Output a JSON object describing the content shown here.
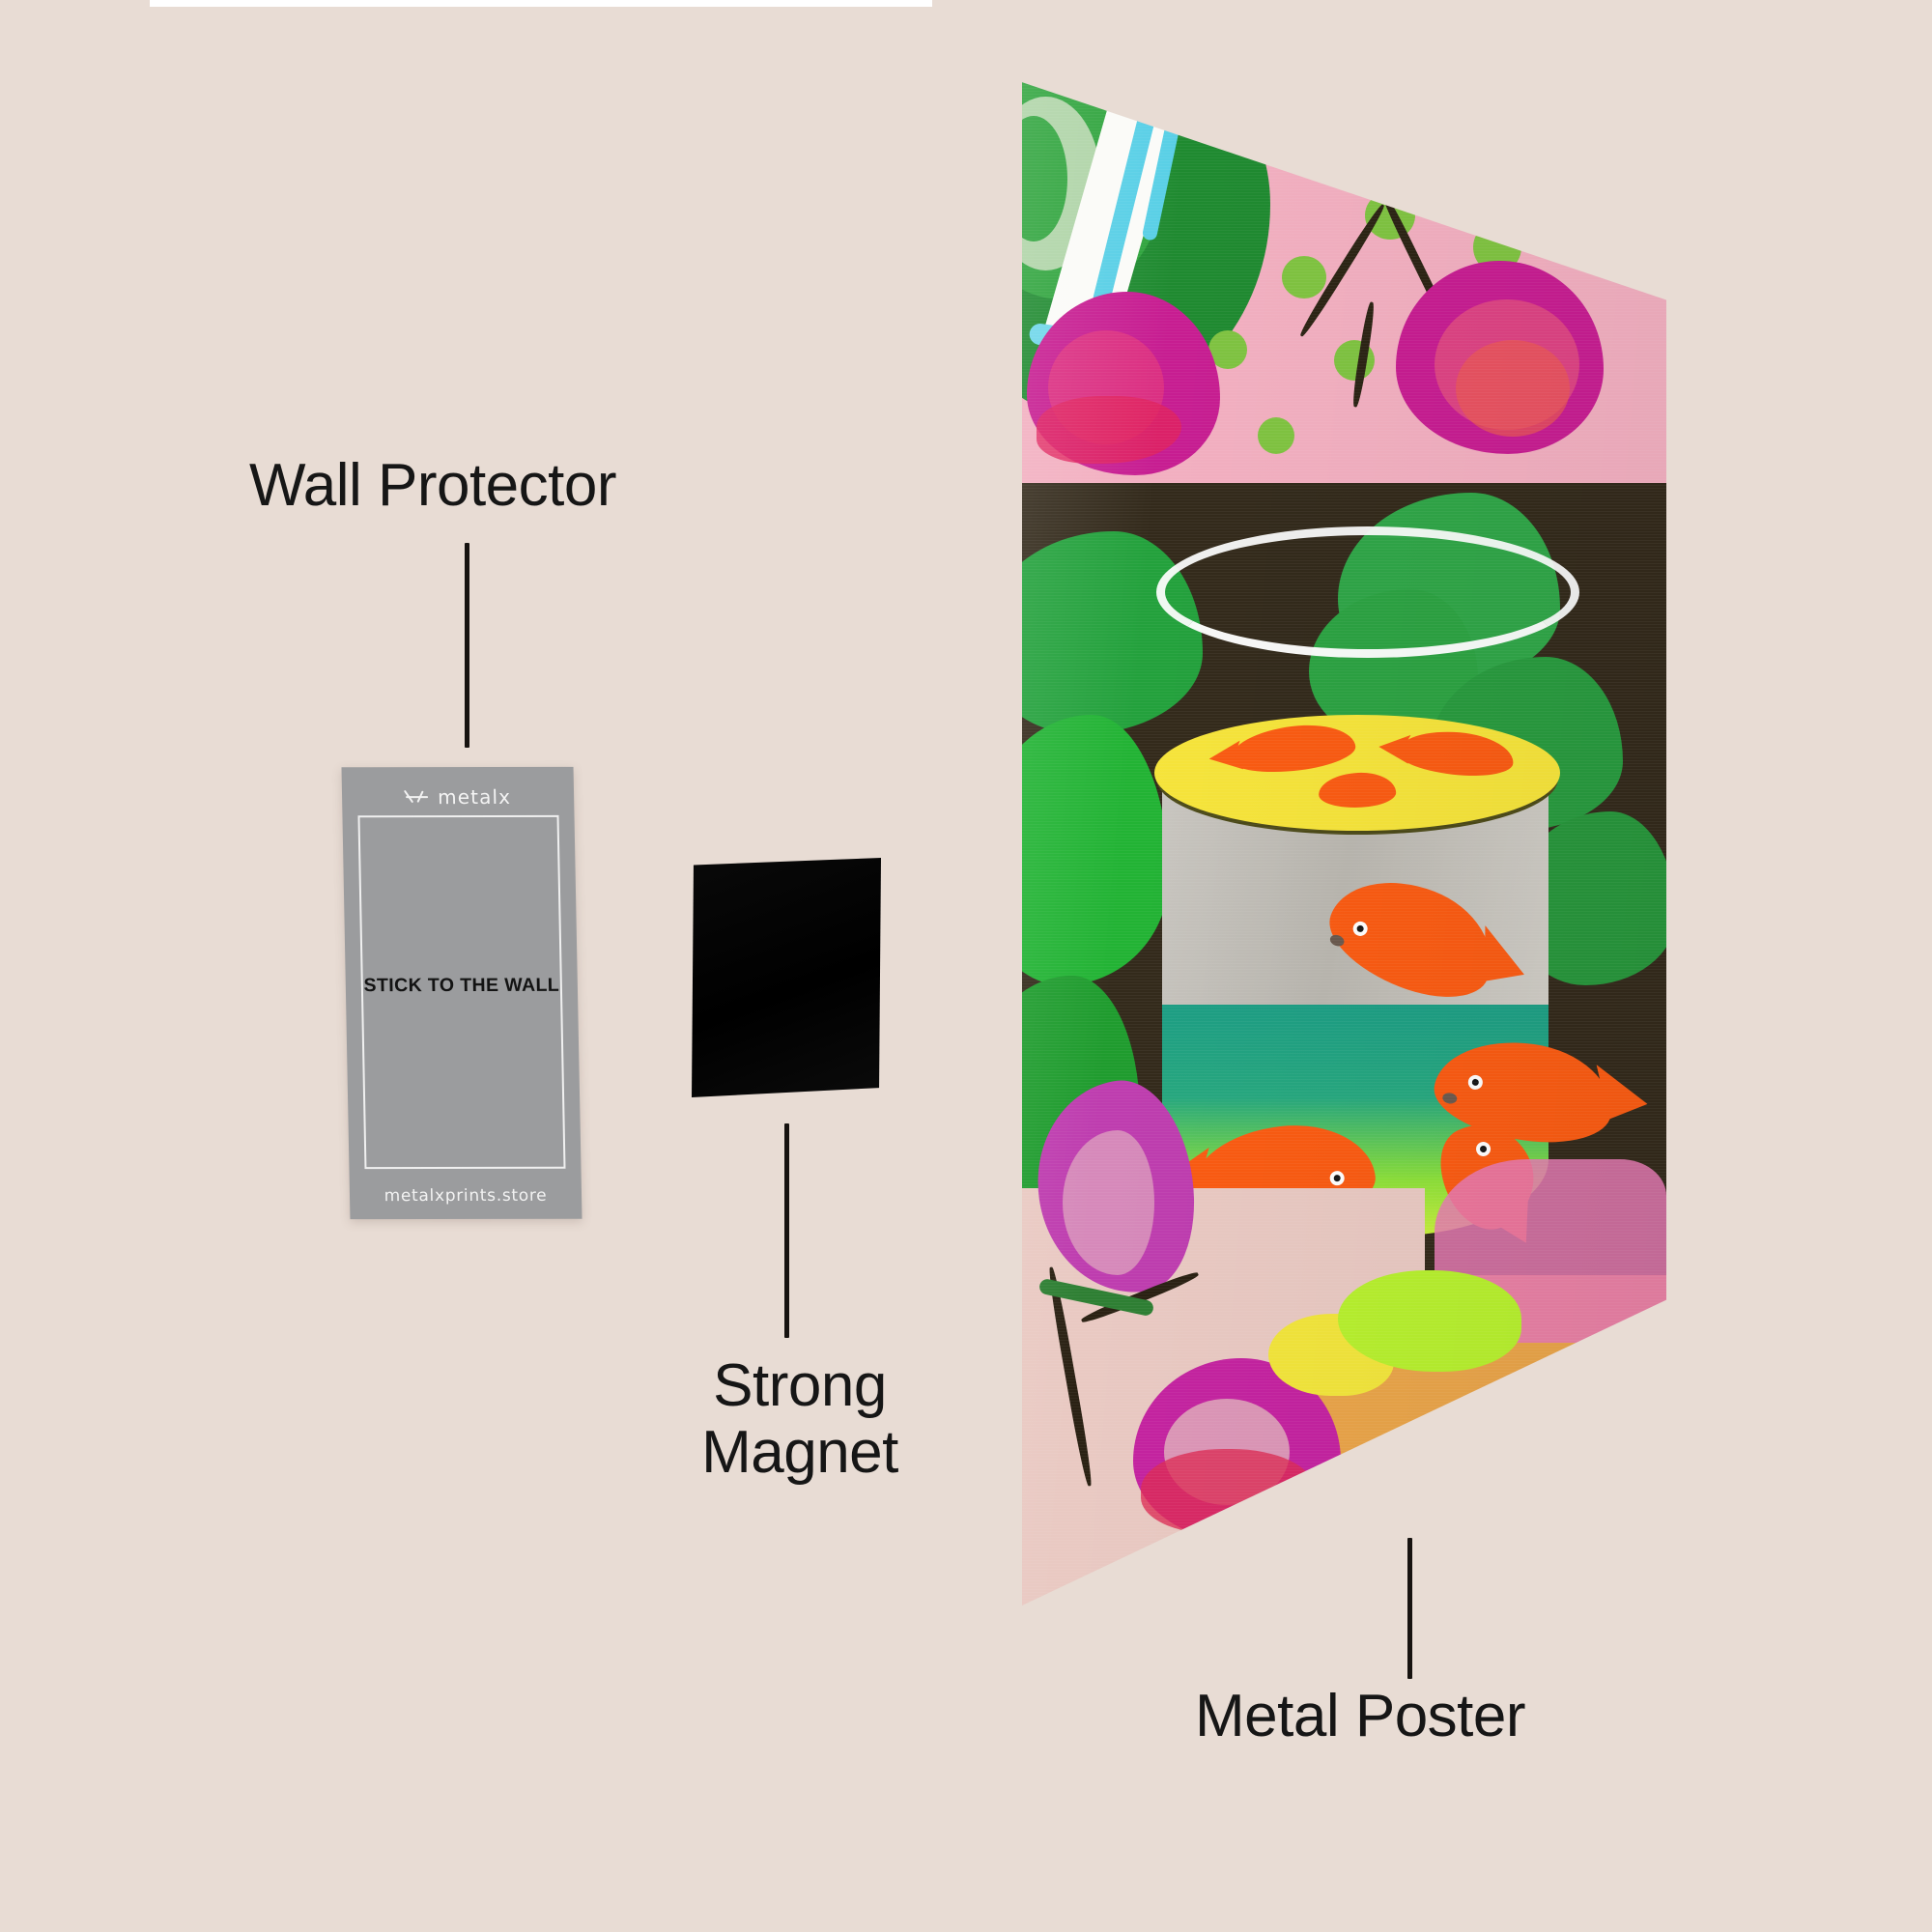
{
  "page": {
    "background_color": "#E8DCD4",
    "type": "product-infographic"
  },
  "callouts": [
    {
      "id": "wall-protector",
      "label": "Wall Protector",
      "leader_line": true
    },
    {
      "id": "strong-magnet",
      "label": "Strong\nMagnet",
      "leader_line": true
    },
    {
      "id": "metal-poster",
      "label": "Metal Poster",
      "leader_line": true
    }
  ],
  "wall_protector_card": {
    "brand": "metalx",
    "brand_mark": "metalx-logo-icon",
    "headline": "STICK TO THE WALL",
    "website": "metalxprints.store",
    "card_color": "#9B9C9E",
    "frame_color": "#F0F0F0",
    "headline_color": "#131313"
  },
  "magnet": {
    "name": "Strong Magnet",
    "color": "#000000"
  },
  "metal_poster": {
    "name": "Metal Poster",
    "artwork": {
      "subject": "Goldfish bowl with tulips",
      "palette": {
        "pink_background": "#F2AFC0",
        "dark_brown": "#332A1B",
        "leaf_green": "#23A13C",
        "deep_green": "#2E7D3A",
        "tulip_magenta": "#C71D91",
        "tulip_pink": "#E8447A",
        "fish_orange": "#FA5B12",
        "bowl_yellow": "#F6E43A",
        "bowl_silver": "#C9C6C0",
        "water_teal": "#1D9E84",
        "water_lime": "#C9F03C",
        "accent_cyan": "#59D2E8",
        "accent_white": "#FFFFFF",
        "accent_orange_tan": "#E9A449"
      }
    }
  }
}
